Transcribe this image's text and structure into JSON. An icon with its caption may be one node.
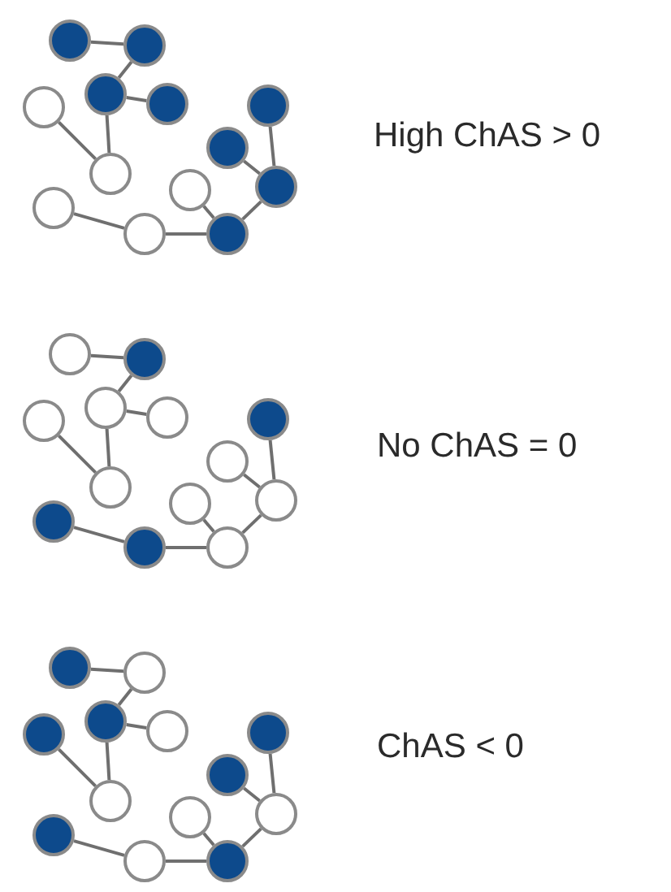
{
  "diagram": {
    "nodes": [
      {
        "text": [],
        "shape": "disc"
      },
      {
        "text": [],
        "shape": "disc"
      },
      {
        "text": [],
        "shape": "disc"
      },
      {
        "text": [],
        "shape": "disc"
      },
      {
        "text": [],
        "shape": "circle"
      },
      {
        "text": [],
        "shape": "circle"
      },
      {
        "text": [],
        "shape": "disc"
      },
      {
        "text": [],
        "shape": "disc"
      },
      {
        "text": [],
        "shape": "disc"
      },
      {
        "text": [],
        "shape": "circle"
      },
      {
        "text": [],
        "shape": "circle"
      },
      {
        "text": [],
        "shape": "circle"
      },
      {
        "text": [],
        "shape": "disc"
      },
      {
        "text": [],
        "shape": "circle"
      },
      {
        "text": [],
        "shape": "disc"
      },
      {
        "text": [],
        "shape": "circle"
      },
      {
        "text": [],
        "shape": "circle"
      },
      {
        "text": [],
        "shape": "circle"
      },
      {
        "text": [],
        "shape": "circle"
      },
      {
        "text": [],
        "shape": "disc"
      },
      {
        "text": [],
        "shape": "circle"
      },
      {
        "text": [],
        "shape": "circle"
      },
      {
        "text": [],
        "shape": "circle"
      },
      {
        "text": [],
        "shape": "disc"
      },
      {
        "text": [],
        "shape": "disc"
      },
      {
        "text": [],
        "shape": "circle"
      },
      {
        "text": [],
        "shape": "disc"
      },
      {
        "text": [],
        "shape": "circle"
      },
      {
        "text": [],
        "shape": "disc"
      },
      {
        "text": [],
        "shape": "circle"
      },
      {
        "text": [],
        "shape": "disc"
      },
      {
        "text": [],
        "shape": "circle"
      },
      {
        "text": [],
        "shape": "disc"
      },
      {
        "text": [],
        "shape": "disc"
      },
      {
        "text": [],
        "shape": "circle"
      },
      {
        "text": [],
        "shape": "circle"
      },
      {
        "text": [],
        "shape": "disc"
      },
      {
        "text": [],
        "shape": "circle"
      },
      {
        "text": [],
        "shape": "disc"
      }
    ],
    "edges": [
      {
        "from": 0,
        "to": 1,
        "arrow": "none"
      },
      {
        "from": 1,
        "to": 2,
        "arrow": "none"
      },
      {
        "from": 2,
        "to": 3,
        "arrow": "none"
      },
      {
        "from": 2,
        "to": 5,
        "arrow": "none"
      },
      {
        "from": 4,
        "to": 5,
        "arrow": "none"
      },
      {
        "from": 6,
        "to": 8,
        "arrow": "none"
      },
      {
        "from": 7,
        "to": 8,
        "arrow": "none"
      },
      {
        "from": 8,
        "to": 12,
        "arrow": "none"
      },
      {
        "from": 9,
        "to": 12,
        "arrow": "none"
      },
      {
        "from": 10,
        "to": 11,
        "arrow": "none"
      },
      {
        "from": 11,
        "to": 12,
        "arrow": "none"
      },
      {
        "from": 13,
        "to": 14,
        "arrow": "none"
      },
      {
        "from": 14,
        "to": 15,
        "arrow": "none"
      },
      {
        "from": 15,
        "to": 16,
        "arrow": "none"
      },
      {
        "from": 15,
        "to": 18,
        "arrow": "none"
      },
      {
        "from": 17,
        "to": 18,
        "arrow": "none"
      },
      {
        "from": 19,
        "to": 21,
        "arrow": "none"
      },
      {
        "from": 20,
        "to": 21,
        "arrow": "none"
      },
      {
        "from": 21,
        "to": 25,
        "arrow": "none"
      },
      {
        "from": 22,
        "to": 25,
        "arrow": "none"
      },
      {
        "from": 23,
        "to": 24,
        "arrow": "none"
      },
      {
        "from": 24,
        "to": 25,
        "arrow": "none"
      },
      {
        "from": 26,
        "to": 27,
        "arrow": "none"
      },
      {
        "from": 27,
        "to": 28,
        "arrow": "none"
      },
      {
        "from": 28,
        "to": 29,
        "arrow": "none"
      },
      {
        "from": 28,
        "to": 31,
        "arrow": "none"
      },
      {
        "from": 30,
        "to": 31,
        "arrow": "none"
      },
      {
        "from": 32,
        "to": 34,
        "arrow": "none"
      },
      {
        "from": 33,
        "to": 34,
        "arrow": "none"
      },
      {
        "from": 34,
        "to": 38,
        "arrow": "none"
      },
      {
        "from": 35,
        "to": 38,
        "arrow": "none"
      },
      {
        "from": 36,
        "to": 37,
        "arrow": "none"
      },
      {
        "from": 37,
        "to": 38,
        "arrow": "none"
      }
    ],
    "labels": [
      "High ChAS > 0",
      "No ChAS = 0",
      "ChAS < 0"
    ]
  }
}
